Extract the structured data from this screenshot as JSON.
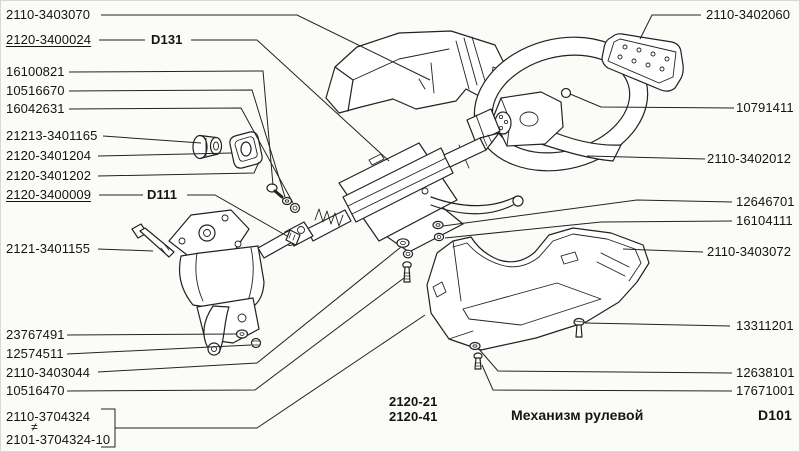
{
  "diagram": {
    "caption": "Механизм рулевой",
    "sheet_ref": "D101",
    "model_codes": [
      "2120-21",
      "2120-41"
    ],
    "colors": {
      "background": "#fbfbf8",
      "line": "#222222",
      "text": "#141414"
    },
    "parts_depicted": [
      "upper-column-shroud",
      "steering-wheel",
      "switch-panel",
      "steering-column-assembly",
      "universal-joint",
      "steering-gearbox",
      "pitman-arm",
      "gearbox-mounting-bolt",
      "shaft-bushing",
      "bushing-retainer",
      "lower-column-shroud",
      "bolts-washers-nuts"
    ],
    "labels": [
      {
        "id": "p3403070",
        "text": "2110-3403070"
      },
      {
        "id": "p3400024",
        "text": "2120-3400024",
        "underline": true
      },
      {
        "id": "d131",
        "text": "D131",
        "bold": true
      },
      {
        "id": "p16100821",
        "text": "16100821"
      },
      {
        "id": "p10516670",
        "text": "10516670"
      },
      {
        "id": "p16042631",
        "text": "16042631"
      },
      {
        "id": "p21213",
        "text": "21213-3401165"
      },
      {
        "id": "p3401204",
        "text": "2120-3401204"
      },
      {
        "id": "p3401202",
        "text": "2120-3401202"
      },
      {
        "id": "p3400009",
        "text": "2120-3400009",
        "underline": true
      },
      {
        "id": "d111",
        "text": "D111",
        "bold": true
      },
      {
        "id": "p3401155",
        "text": "2121-3401155"
      },
      {
        "id": "p23767491",
        "text": "23767491"
      },
      {
        "id": "p12574511",
        "text": "12574511"
      },
      {
        "id": "p3403044",
        "text": "2110-3403044"
      },
      {
        "id": "p10516470",
        "text": "10516470"
      },
      {
        "id": "p3704324",
        "text": "2110-3704324"
      },
      {
        "id": "neq",
        "text": "≠"
      },
      {
        "id": "p3704324_10",
        "text": "2101-3704324-10"
      },
      {
        "id": "p3402060",
        "text": "2110-3402060"
      },
      {
        "id": "p10791411",
        "text": "10791411"
      },
      {
        "id": "p3402012",
        "text": "2110-3402012"
      },
      {
        "id": "p12646701",
        "text": "12646701"
      },
      {
        "id": "p16104111",
        "text": "16104111"
      },
      {
        "id": "p3403072",
        "text": "2110-3403072"
      },
      {
        "id": "p13311201",
        "text": "13311201"
      },
      {
        "id": "p12638101",
        "text": "12638101"
      },
      {
        "id": "p17671001",
        "text": "17671001"
      },
      {
        "id": "code21",
        "text": "2120-21",
        "bold": true
      },
      {
        "id": "code41",
        "text": "2120-41",
        "bold": true
      },
      {
        "id": "title",
        "text": "Механизм рулевой",
        "bold": true
      },
      {
        "id": "d101",
        "text": "D101",
        "bold": true
      }
    ]
  }
}
